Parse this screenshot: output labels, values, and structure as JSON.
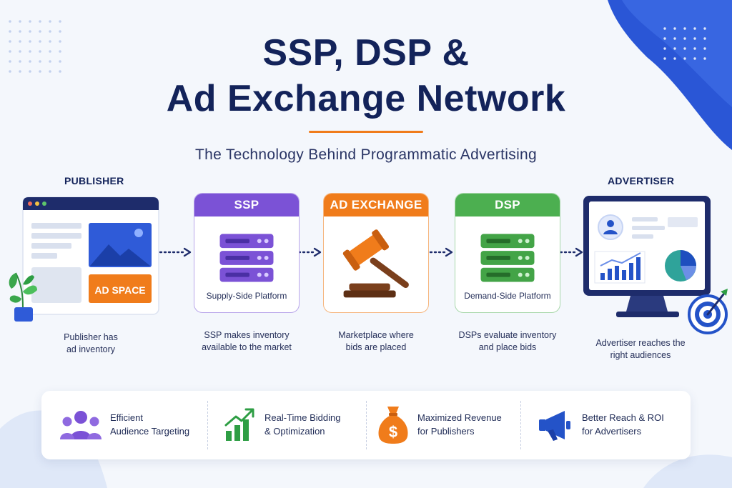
{
  "title": {
    "line1": "SSP, DSP &",
    "line2": "Ad Exchange Network"
  },
  "subtitle": "The Technology Behind Programmatic Advertising",
  "publisher": {
    "label": "PUBLISHER",
    "ad_space": "AD SPACE",
    "description": [
      "Publisher has",
      "ad inventory"
    ]
  },
  "stages": [
    {
      "id": "ssp",
      "header": "SSP",
      "subtitle": "Supply-Side Platform",
      "color": "#7b52d6",
      "icon": "server-stack-icon",
      "description": [
        "SSP makes inventory",
        "available to the market"
      ]
    },
    {
      "id": "exchange",
      "header": "AD EXCHANGE",
      "subtitle": "",
      "color": "#f07c1b",
      "icon": "gavel-icon",
      "description": [
        "Marketplace where",
        "bids are placed"
      ]
    },
    {
      "id": "dsp",
      "header": "DSP",
      "subtitle": "Demand-Side Platform",
      "color": "#4caf50",
      "icon": "server-stack-icon",
      "description": [
        "DSPs evaluate inventory",
        "and place bids"
      ]
    }
  ],
  "advertiser": {
    "label": "ADVERTISER",
    "description": [
      "Advertiser reaches the",
      "right audiences"
    ]
  },
  "benefits": [
    {
      "icon": "audience-group-icon",
      "color": "#7b52d6",
      "lines": [
        "Efficient",
        "Audience Targeting"
      ]
    },
    {
      "icon": "growth-chart-icon",
      "color": "#2e9e44",
      "lines": [
        "Real-Time Bidding",
        "& Optimization"
      ]
    },
    {
      "icon": "money-bag-icon",
      "color": "#f07c1b",
      "lines": [
        "Maximized Revenue",
        "for Publishers"
      ]
    },
    {
      "icon": "megaphone-icon",
      "color": "#2453c8",
      "lines": [
        "Better Reach & ROI",
        "for Advertisers"
      ]
    }
  ],
  "colors": {
    "navy": "#13235a",
    "orange": "#f07c1b",
    "purple": "#7b52d6",
    "green": "#4caf50",
    "blue": "#2453c8"
  }
}
